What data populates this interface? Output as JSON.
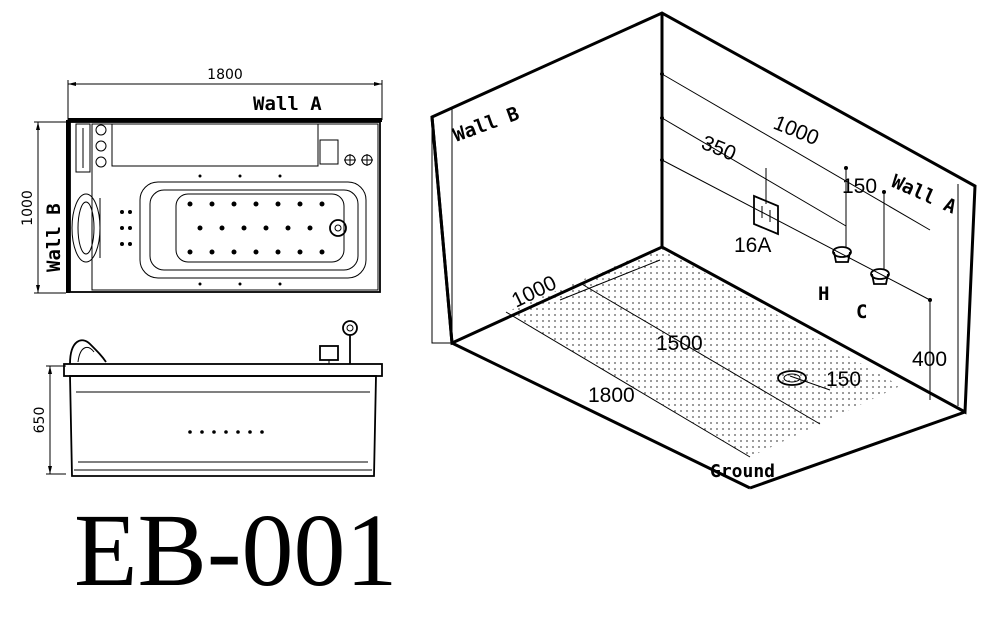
{
  "model": "EB-001",
  "top_view": {
    "width_dim": "1800",
    "depth_dim": "1000",
    "wall_a": "Wall A",
    "wall_b": "Wall B"
  },
  "side_view": {
    "height_dim": "650"
  },
  "room_view": {
    "wall_a": "Wall A",
    "wall_b": "Wall B",
    "dim_1000_top": "1000",
    "dim_350": "350",
    "dim_150_top": "150",
    "socket_label": "16A",
    "hot_label": "H",
    "cold_label": "C",
    "dim_1000_floor": "1000",
    "dim_1500": "1500",
    "dim_1800": "1800",
    "dim_150_drain": "150",
    "dim_400": "400",
    "ground": "Ground"
  }
}
